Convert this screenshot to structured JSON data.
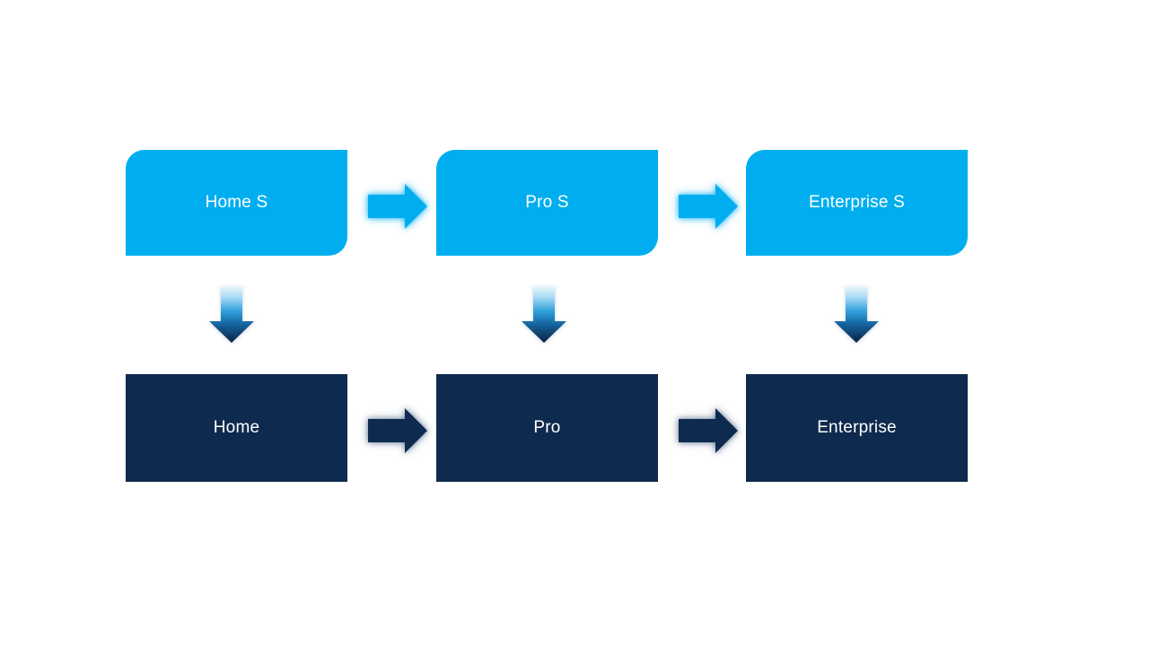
{
  "diagram": {
    "top_row": [
      {
        "label": "Home S"
      },
      {
        "label": "Pro S"
      },
      {
        "label": "Enterprise S"
      }
    ],
    "bottom_row": [
      {
        "label": "Home"
      },
      {
        "label": "Pro"
      },
      {
        "label": "Enterprise"
      }
    ],
    "icons": {
      "right_arrow": "right-arrow-icon",
      "down_arrow": "down-arrow-icon"
    },
    "colors": {
      "background": "#FFFFFF",
      "light_blue": "#00AEEF",
      "dark_navy": "#0E2A4E",
      "text": "#FFFFFF",
      "down_arrow_gradient_top": "#EDF8FE",
      "down_arrow_gradient_mid": "#2E9FD9",
      "down_arrow_gradient_bottom": "#0A2142"
    }
  }
}
